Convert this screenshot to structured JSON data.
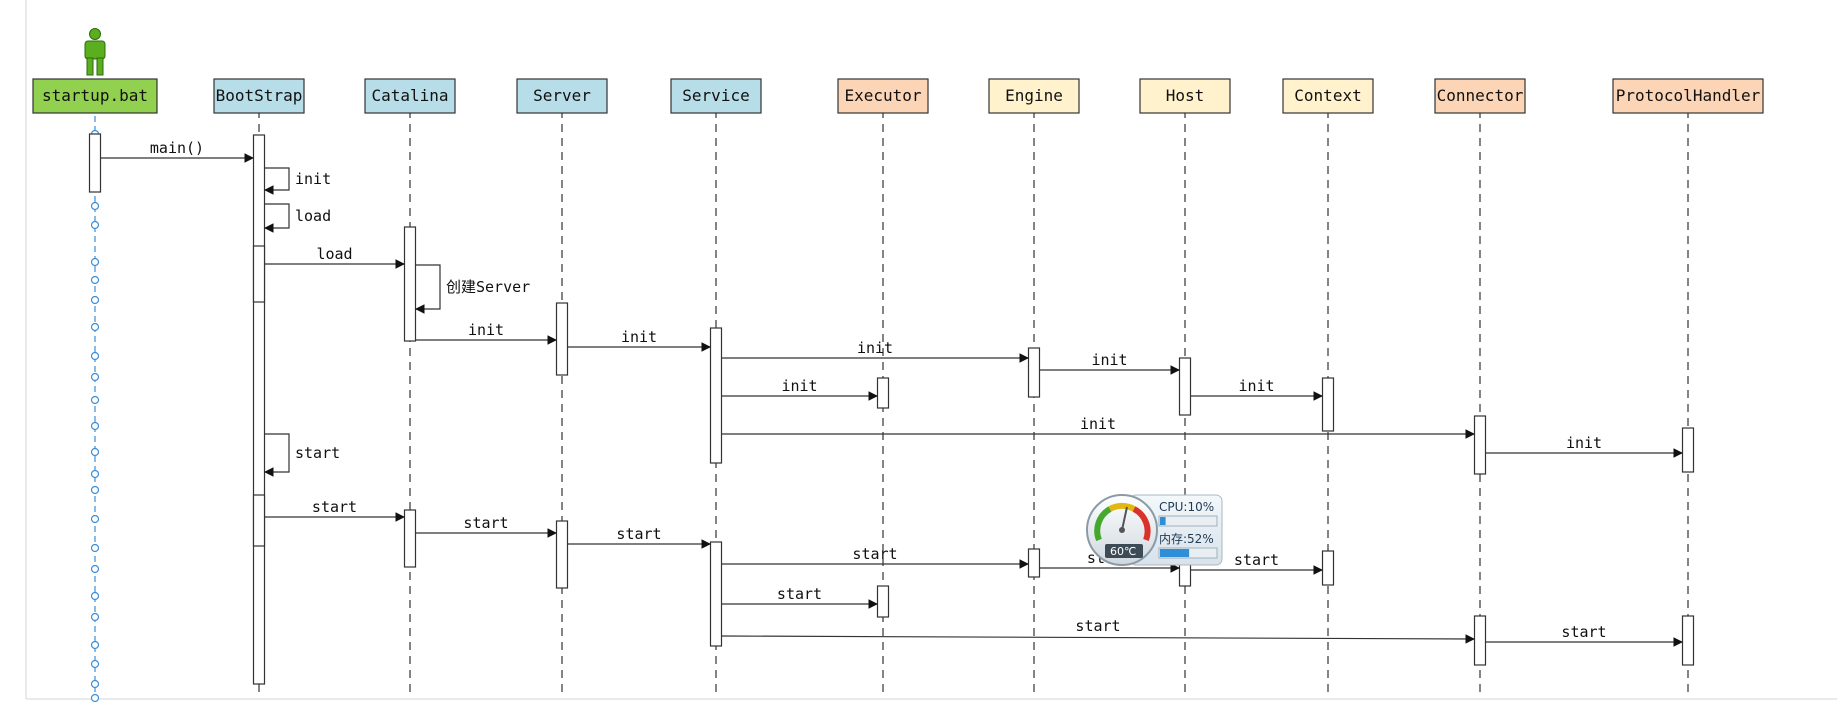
{
  "participants": [
    {
      "id": "startup",
      "label": "startup.bat",
      "fill": "#92D050",
      "actor": true
    },
    {
      "id": "bootstrap",
      "label": "BootStrap",
      "fill": "#B7DDE8"
    },
    {
      "id": "catalina",
      "label": "Catalina",
      "fill": "#B7DDE8"
    },
    {
      "id": "server",
      "label": "Server",
      "fill": "#B7DDE8"
    },
    {
      "id": "service",
      "label": "Service",
      "fill": "#B7DDE8"
    },
    {
      "id": "executor",
      "label": "Executor",
      "fill": "#FBD5B5"
    },
    {
      "id": "engine",
      "label": "Engine",
      "fill": "#FFF2CC"
    },
    {
      "id": "host",
      "label": "Host",
      "fill": "#FFF2CC"
    },
    {
      "id": "context",
      "label": "Context",
      "fill": "#FFF2CC"
    },
    {
      "id": "connector",
      "label": "Connector",
      "fill": "#FBD5B5"
    },
    {
      "id": "protocolhandler",
      "label": "ProtocolHandler",
      "fill": "#FBD5B5"
    }
  ],
  "messages": [
    {
      "from": "startup",
      "to": "bootstrap",
      "label": "main()"
    },
    {
      "from": "bootstrap",
      "to": "bootstrap",
      "label": "init"
    },
    {
      "from": "bootstrap",
      "to": "bootstrap",
      "label": "load"
    },
    {
      "from": "bootstrap",
      "to": "catalina",
      "label": "load"
    },
    {
      "from": "catalina",
      "to": "catalina",
      "label": "创建Server"
    },
    {
      "from": "catalina",
      "to": "server",
      "label": "init"
    },
    {
      "from": "server",
      "to": "service",
      "label": "init"
    },
    {
      "from": "service",
      "to": "engine",
      "label": "init"
    },
    {
      "from": "engine",
      "to": "host",
      "label": "init"
    },
    {
      "from": "service",
      "to": "executor",
      "label": "init"
    },
    {
      "from": "host",
      "to": "context",
      "label": "init"
    },
    {
      "from": "service",
      "to": "connector",
      "label": "init"
    },
    {
      "from": "connector",
      "to": "protocolhandler",
      "label": "init"
    },
    {
      "from": "bootstrap",
      "to": "bootstrap",
      "label": "start"
    },
    {
      "from": "bootstrap",
      "to": "catalina",
      "label": "start"
    },
    {
      "from": "catalina",
      "to": "server",
      "label": "start"
    },
    {
      "from": "server",
      "to": "service",
      "label": "start"
    },
    {
      "from": "service",
      "to": "engine",
      "label": "start"
    },
    {
      "from": "engine",
      "to": "host",
      "label": "start"
    },
    {
      "from": "host",
      "to": "context",
      "label": "start"
    },
    {
      "from": "service",
      "to": "executor",
      "label": "start"
    },
    {
      "from": "service",
      "to": "connector",
      "label": "start"
    },
    {
      "from": "connector",
      "to": "protocolhandler",
      "label": "start"
    }
  ],
  "overlay": {
    "cpu_label": "CPU:10%",
    "cpu_percent": 10,
    "mem_label": "内存:52%",
    "mem_percent": 52,
    "temp_label": "60℃",
    "gauge_icon": "speedometer-icon"
  },
  "colors": {
    "line": "#333333",
    "actor": "#5BAE1E",
    "dotted": "#3A8FD8"
  }
}
